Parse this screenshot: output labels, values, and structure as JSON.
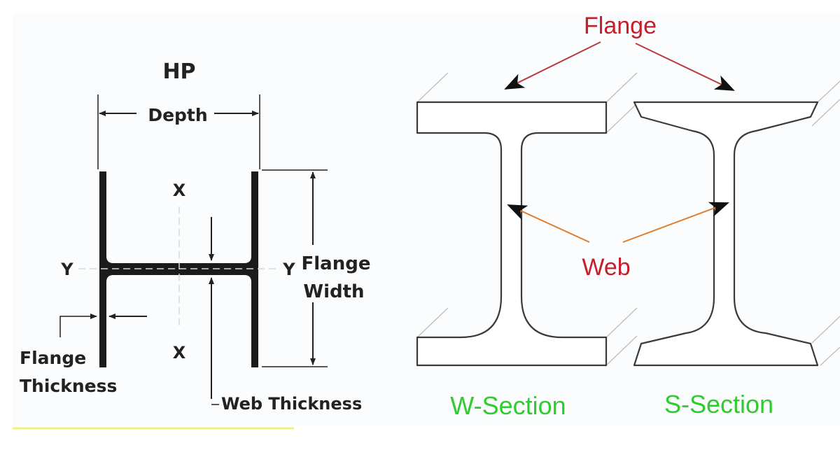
{
  "hp": {
    "title": "HP",
    "depth": "Depth",
    "axis_x": "X",
    "axis_y": "Y",
    "flange_width_line1": "Flange",
    "flange_width_line2": "Width",
    "flange_thickness_line1": "Flange",
    "flange_thickness_line2": "Thickness",
    "web_thickness": "Web Thickness"
  },
  "sections": {
    "flange": "Flange",
    "web": "Web",
    "w_section": "W-Section",
    "s_section": "S-Section"
  },
  "colors": {
    "label_red": "#c41e2a",
    "label_green": "#2ecc2e",
    "arrow_red": "#b83a3a",
    "arrow_orange": "#e07b2a",
    "underline_yellow": "#f5f07a"
  }
}
